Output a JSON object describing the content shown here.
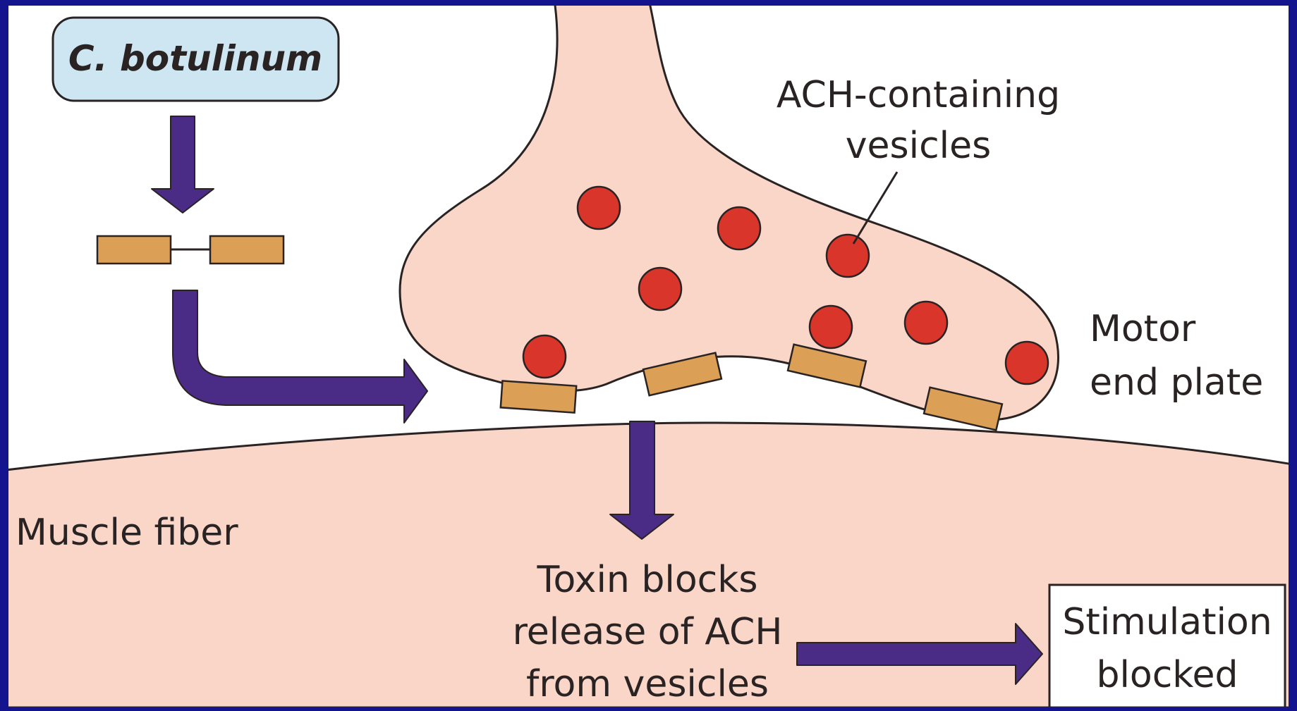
{
  "colors": {
    "frame": "#14148f",
    "canvas": "#ffffff",
    "tissue": "#f9d6c8",
    "outline": "#2a2323",
    "arrow": "#4a2b86",
    "vesicle": "#d9352b",
    "toxin": "#dba055",
    "label_box": "#cde6f2"
  },
  "labels": {
    "organism": "C. botulinum",
    "vesicles_line1": "ACH-containing",
    "vesicles_line2": "vesicles",
    "motor_line1": "Motor",
    "motor_line2": "end plate",
    "muscle": "Muscle fiber",
    "toxin_line1": "Toxin blocks",
    "toxin_line2": "release of ACH",
    "toxin_line3": "from vesicles",
    "result_line1": "Stimulation",
    "result_line2": "blocked"
  }
}
